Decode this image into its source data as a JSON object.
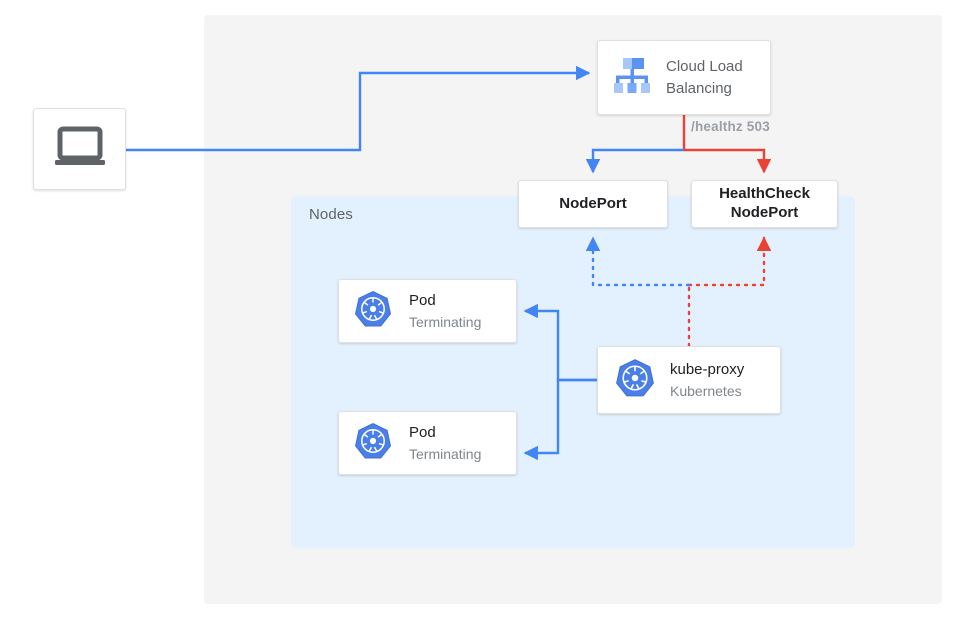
{
  "diagram": {
    "title": "Kubernetes NodePort health check with terminating pods",
    "colors": {
      "blue": "#4285f4",
      "red": "#ea4335",
      "panel_gray": "#f4f4f4",
      "panel_blue": "#e3f0fd",
      "text_dark": "#202124",
      "text_gray": "#5f6368",
      "text_light_gray": "#80868b"
    },
    "regions": {
      "nodes_label": "Nodes"
    },
    "nodes": {
      "client": {
        "icon": "laptop-icon",
        "label": ""
      },
      "load_balancer": {
        "icon": "cloud-load-balancing-icon",
        "title_line_1": "Cloud Load",
        "title_line_2": "Balancing"
      },
      "nodeport": {
        "label": "NodePort"
      },
      "healthcheck_nodeport": {
        "label_line_1": "HealthCheck",
        "label_line_2": "NodePort"
      },
      "pod_1": {
        "icon": "kubernetes-icon",
        "title": "Pod",
        "subtitle": "Terminating"
      },
      "pod_2": {
        "icon": "kubernetes-icon",
        "title": "Pod",
        "subtitle": "Terminating"
      },
      "kube_proxy": {
        "icon": "kubernetes-icon",
        "title": "kube-proxy",
        "subtitle": "Kubernetes"
      }
    },
    "edges": {
      "healthz_label": "/healthz 503"
    }
  }
}
